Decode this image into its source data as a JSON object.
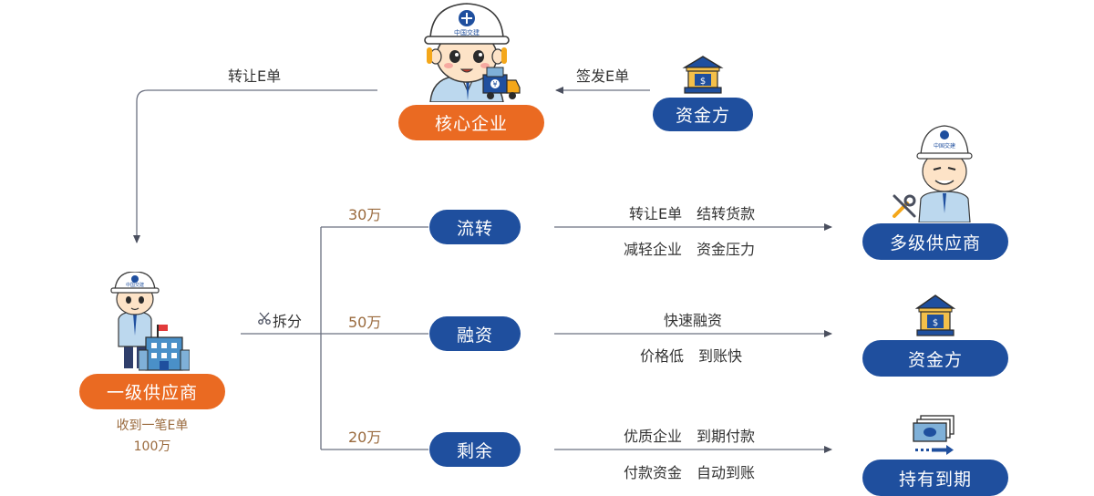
{
  "nodes": {
    "core": "核心企业",
    "funder_top": "资金方",
    "tier1": "一级供应商",
    "multi_supplier": "多级供应商",
    "funder_right": "资金方",
    "hold": "持有到期"
  },
  "flows": {
    "issue": "签发E单",
    "transfer": "转让E单",
    "split": "拆分"
  },
  "tier1_note": {
    "line1": "收到一笔E单",
    "line2": "100万"
  },
  "branches": [
    {
      "amount": "30万",
      "label": "流转",
      "desc1": "转让E单　结转货款",
      "desc2": "减轻企业　资金压力"
    },
    {
      "amount": "50万",
      "label": "融资",
      "desc1": "快速融资",
      "desc2": "价格低　到账快"
    },
    {
      "amount": "20万",
      "label": "剩余",
      "desc1": "优质企业　到期付款",
      "desc2": "付款资金　自动到账"
    }
  ],
  "icons": {
    "helmet_logo": "中国交建",
    "scissors": "scissors-icon",
    "bank": "bank-icon",
    "cash": "cash-stack-icon",
    "wrench": "wrench-icon",
    "truck": "truck-icon",
    "building": "building-icon"
  },
  "colors": {
    "orange": "#ea6a22",
    "blue": "#1f4f9e",
    "amount": "#9a6a3d",
    "line": "#6b7080"
  }
}
